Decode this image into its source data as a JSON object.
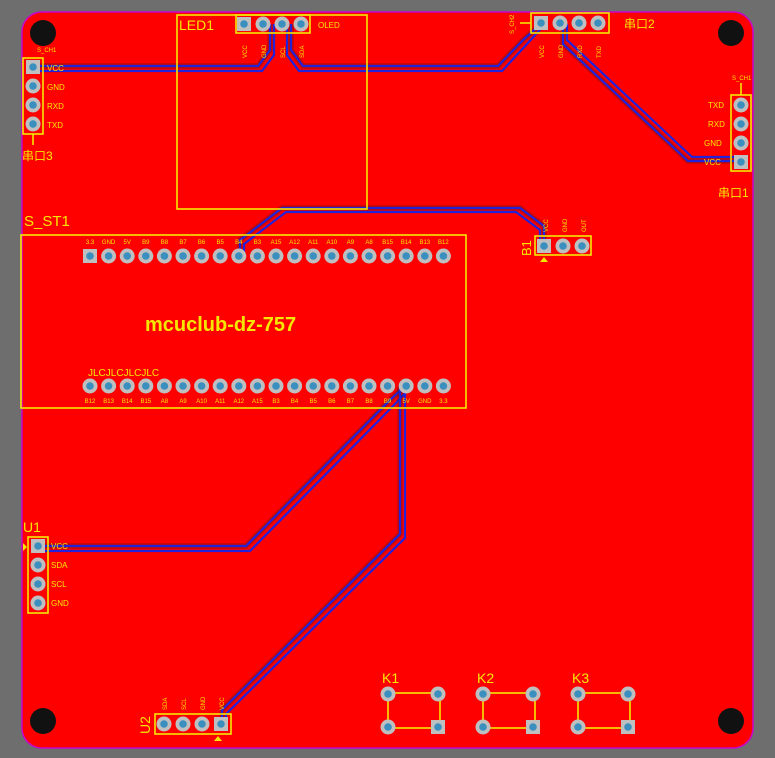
{
  "board": {
    "colors": {
      "background": "#6e6e6e",
      "copper": "#ff0000",
      "outline": "#cc00cc",
      "silkscreen": "#f4e800",
      "trace": "#2222dd",
      "pad": "#bfbfbf",
      "drill": "#3a8fbf",
      "mount_hole": "#111111"
    }
  },
  "components": {
    "led1": {
      "designator": "LED1",
      "title": "OLED",
      "pins": [
        "VCC",
        "GND",
        "SCL",
        "SDA"
      ]
    },
    "serial3": {
      "designator": "串口3",
      "pins": [
        "VCC",
        "GND",
        "RXD",
        "TXD"
      ],
      "tag": "S_CH1"
    },
    "serial2": {
      "designator": "串口2",
      "pins": [
        "VCC",
        "GND",
        "RXD",
        "TXD"
      ],
      "tag": "S_CH2"
    },
    "serial1": {
      "designator": "串口1",
      "pins": [
        "TXD",
        "RXD",
        "GND",
        "VCC"
      ],
      "tag": "S_CH1"
    },
    "s_st1": {
      "designator": "S_ST1",
      "label": "mcuclub-dz-757",
      "bottom_label": "JLCJLCJLCJLC",
      "top_pins": [
        "3.3",
        "GND",
        "5V",
        "B9",
        "B8",
        "B7",
        "B6",
        "B5",
        "B4",
        "B3",
        "A15",
        "A12",
        "A11",
        "A10",
        "A9",
        "A8",
        "B15",
        "B14",
        "B13",
        "B12"
      ],
      "bottom_pins": [
        "B12",
        "B13",
        "B14",
        "B15",
        "A8",
        "A9",
        "A10",
        "A11",
        "A12",
        "A15",
        "B3",
        "B4",
        "B5",
        "B6",
        "B7",
        "B8",
        "B9",
        "5V",
        "GND",
        "3.3"
      ]
    },
    "b1": {
      "designator": "B1",
      "pins": [
        "VCC",
        "GND",
        "OUT"
      ]
    },
    "u1": {
      "designator": "U1",
      "pins": [
        "VCC",
        "SDA",
        "SCL",
        "GND"
      ]
    },
    "u2": {
      "designator": "U2",
      "pins": [
        "VCC",
        "GND",
        "SCL",
        "SDA"
      ]
    },
    "k1": {
      "designator": "K1"
    },
    "k2": {
      "designator": "K2"
    },
    "k3": {
      "designator": "K3"
    }
  }
}
